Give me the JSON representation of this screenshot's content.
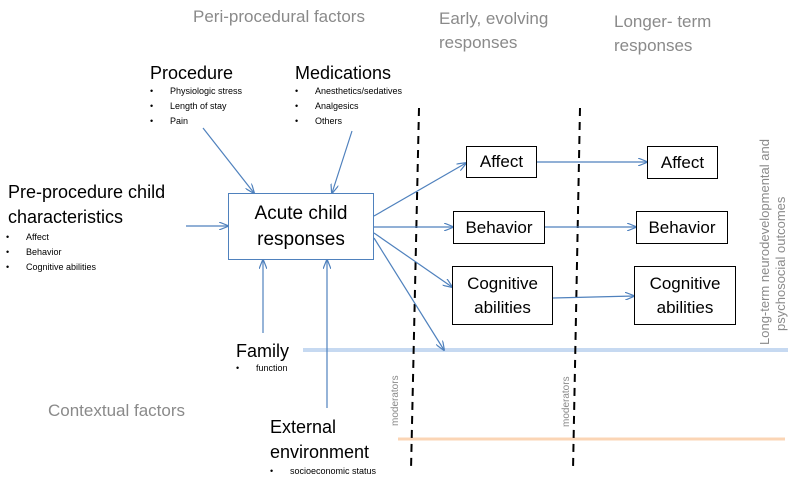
{
  "headings": {
    "peri_procedural": "Peri-procedural factors",
    "early_evolving": "Early, evolving",
    "early_evolving_2": "responses",
    "longer_term": "Longer- term",
    "longer_term_2": "responses",
    "contextual": "Contextual factors",
    "long_term_outcomes_1": "Long-term neurodevelopmental and",
    "long_term_outcomes_2": "psychosocial outcomes"
  },
  "procedure": {
    "title": "Procedure",
    "items": [
      "Physiologic stress",
      "Length of stay",
      "Pain"
    ]
  },
  "medications": {
    "title": "Medications",
    "items": [
      "Anesthetics/sedatives",
      "Analgesics",
      "Others"
    ]
  },
  "pre_procedure": {
    "title_1": "Pre-procedure child",
    "title_2": "characteristics",
    "items": [
      "Affect",
      "Behavior",
      "Cognitive abilities"
    ]
  },
  "family": {
    "title": "Family",
    "items": [
      "function"
    ]
  },
  "external": {
    "title_1": "External",
    "title_2": "environment",
    "items": [
      "socioeconomic status"
    ]
  },
  "acute": {
    "line1": "Acute child",
    "line2": "responses"
  },
  "early_boxes": {
    "affect": "Affect",
    "behavior": "Behavior",
    "cognitive_1": "Cognitive",
    "cognitive_2": "abilities"
  },
  "long_boxes": {
    "affect": "Affect",
    "behavior": "Behavior",
    "cognitive_1": "Cognitive",
    "cognitive_2": "abilities"
  },
  "moderators": {
    "left": "moderators",
    "right": "moderators"
  },
  "colors": {
    "arrow": "#4f81bd",
    "blue_band": "#c6d9f1",
    "orange_band": "#fbd5b5",
    "heading_grey": "#8a8a8a"
  }
}
